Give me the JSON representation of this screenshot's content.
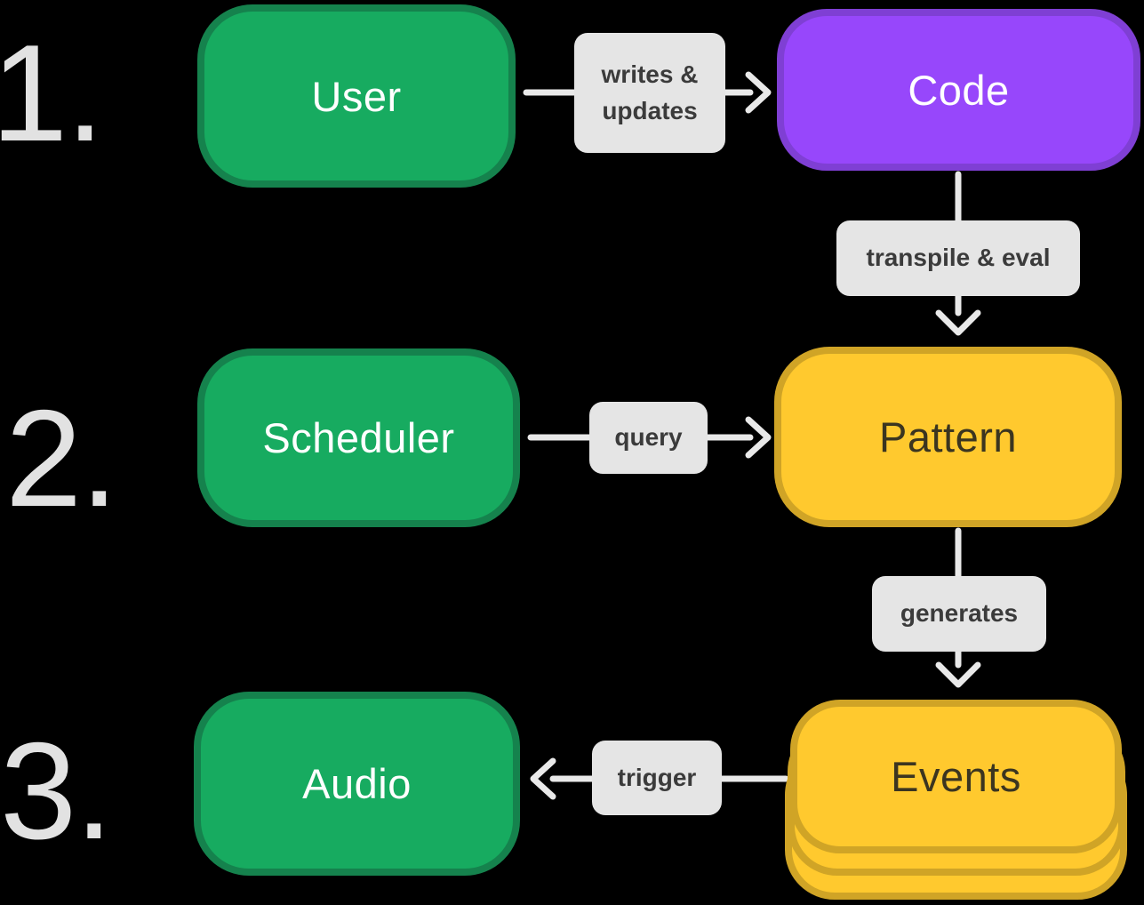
{
  "canvas": {
    "background": "#000000"
  },
  "colors": {
    "canvas_bg": "#000000",
    "arrow": "#E9E9E9",
    "label_bg": "#E5E5E5",
    "label_text": "#3B3B3B",
    "step_number": "#E2E2E2",
    "green_fill": "#17AB60",
    "green_border": "#15824D",
    "purple_fill": "#9747FB",
    "purple_border": "#7F3FD4",
    "yellow_fill": "#FFC92E",
    "yellow_border": "#D0A426",
    "light_text": "#FFFFFF",
    "dark_text": "#3B3520"
  },
  "steps": [
    {
      "number": "1."
    },
    {
      "number": "2."
    },
    {
      "number": "3."
    }
  ],
  "nodes": {
    "user": {
      "label": "User"
    },
    "code": {
      "label": "Code"
    },
    "scheduler": {
      "label": "Scheduler"
    },
    "pattern": {
      "label": "Pattern"
    },
    "audio": {
      "label": "Audio"
    },
    "events": {
      "label": "Events"
    }
  },
  "edges": {
    "writes_updates": {
      "line1": "writes &",
      "line2": "updates",
      "from": "User",
      "to": "Code"
    },
    "transpile_eval": {
      "label": "transpile & eval",
      "from": "Code",
      "to": "Pattern"
    },
    "query": {
      "label": "query",
      "from": "Scheduler",
      "to": "Pattern"
    },
    "generates": {
      "label": "generates",
      "from": "Pattern",
      "to": "Events"
    },
    "trigger": {
      "label": "trigger",
      "from": "Events",
      "to": "Audio"
    }
  }
}
